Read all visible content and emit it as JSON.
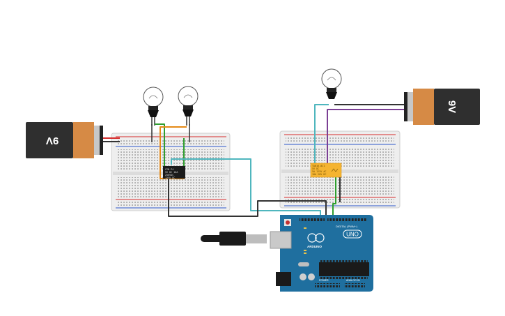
{
  "circuit": {
    "battery_left": {
      "label": "9V",
      "orientation": "rotated"
    },
    "battery_right": {
      "label": "9V",
      "orientation": "rotated"
    },
    "relay_left": {
      "lines": [
        "CIN P4",
        "5V DC 10A",
        "250VAC",
        "125V DC"
      ]
    },
    "relay_right": {
      "lines": [
        "TAB16-8C1",
        "5V DC",
        "5A 125V AC",
        "10A 28V DC"
      ]
    },
    "arduino": {
      "brand": "ARDUINO",
      "model": "UNO",
      "digital_header": "DIGITAL (PWM~)",
      "power_header": "POWER",
      "analog_header": "ANALOG IN"
    }
  },
  "colors": {
    "wire_teal": "#4fb6be",
    "wire_green": "#2f9e2f",
    "wire_orange": "#e58a16",
    "wire_black": "#333333",
    "wire_purple": "#7b3f94",
    "wire_red": "#d62b2b",
    "arduino_blue": "#1f6f9f",
    "relay_yellow": "#f5b431",
    "battery_copper": "#d68a45",
    "battery_dark": "#2f2f2f",
    "breadboard": "#eeeeee"
  }
}
